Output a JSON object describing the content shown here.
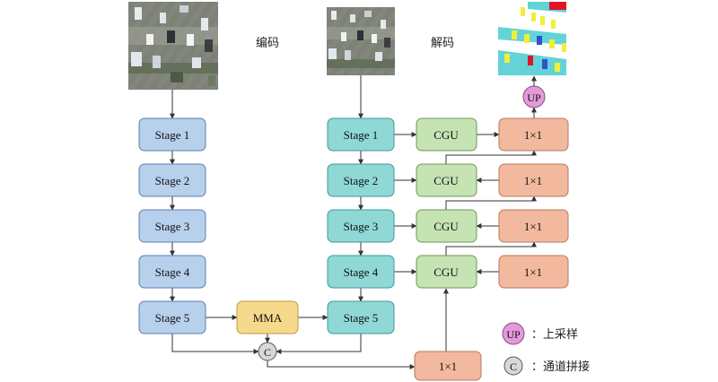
{
  "titles": {
    "encoder": "编码",
    "decoder": "解码"
  },
  "encoder": {
    "stages": [
      "Stage 1",
      "Stage 2",
      "Stage 3",
      "Stage 4",
      "Stage 5"
    ]
  },
  "decoder": {
    "stages": [
      "Stage 1",
      "Stage 2",
      "Stage 3",
      "Stage 4",
      "Stage 5"
    ],
    "cgu_label": "CGU",
    "conv_label": "1×1"
  },
  "mma_label": "MMA",
  "bottom_conv_label": "1×1",
  "concat_symbol": "C",
  "upsample_symbol": "UP",
  "legend": {
    "up_symbol": "UP",
    "up_text": "：上采样",
    "c_symbol": "C",
    "c_text": "：通道拼接"
  },
  "colors": {
    "encoder_fill": "#b7d0ec",
    "encoder_stroke": "#5b7fb0",
    "decoder_fill": "#8fd8d6",
    "decoder_stroke": "#3f9a97",
    "cgu_fill": "#c6e3b4",
    "cgu_stroke": "#6f9a55",
    "conv_fill": "#f2b99f",
    "conv_stroke": "#b9785e",
    "mma_fill": "#f6d98b",
    "mma_stroke": "#b99a45",
    "up_fill": "#e29bd8",
    "up_stroke": "#8e4a86",
    "concat_fill": "#d8d8d8",
    "concat_stroke": "#555555"
  }
}
